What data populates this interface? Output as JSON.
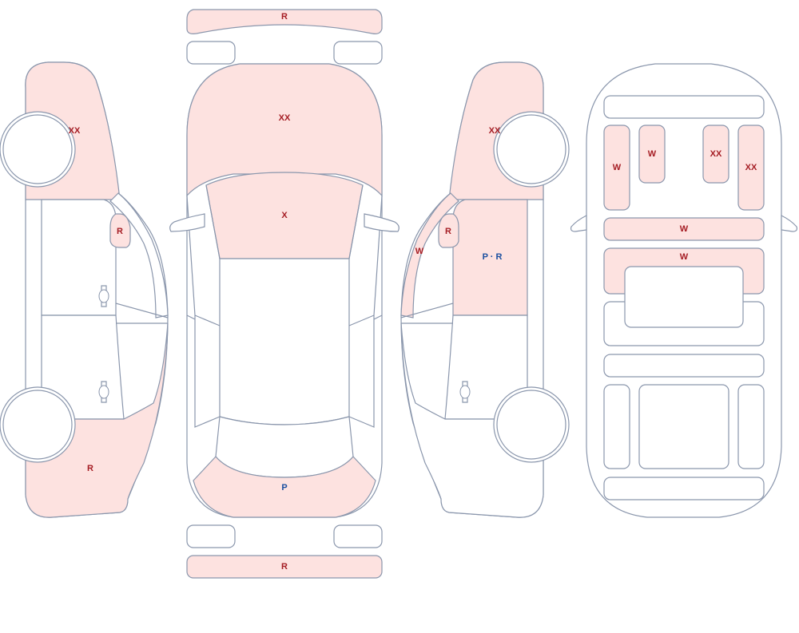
{
  "colors": {
    "damaged_fill": "#fde2e0",
    "outline": "#8a96ac",
    "label_red": "#a51d24",
    "label_blue": "#1a4fa0"
  },
  "labels": {
    "front_bumper": "R",
    "rear_bumper": "R",
    "hood": "XX",
    "windshield": "X",
    "trunk_lid": "P",
    "left_front_fender": "XX",
    "left_mirror": "R",
    "left_rear_quarter": "R",
    "right_front_fender": "XX",
    "right_mirror": "R",
    "right_a_pillar": "W",
    "right_front_door": "P · R",
    "interior_front_left_outer": "W",
    "interior_front_left_inner": "W",
    "interior_front_right_inner": "XX",
    "interior_front_right_outer": "XX",
    "interior_dash_strip": "W",
    "interior_console": "W"
  }
}
